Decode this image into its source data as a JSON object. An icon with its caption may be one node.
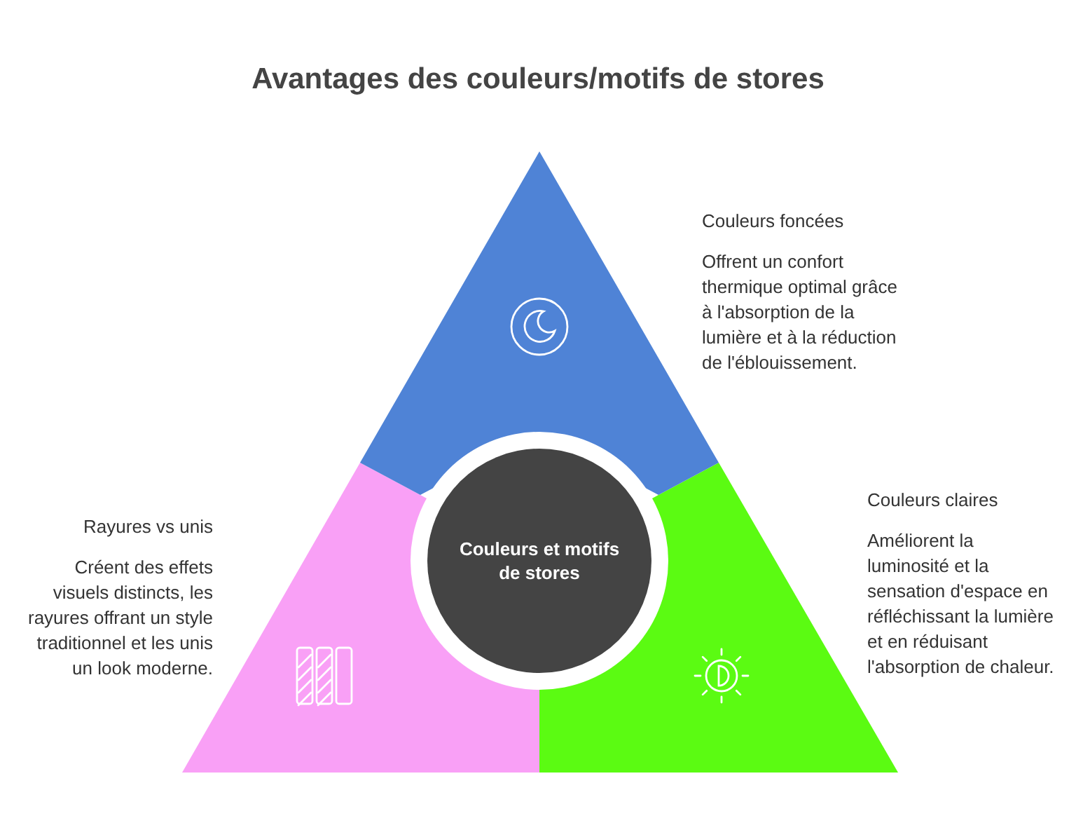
{
  "diagram": {
    "title": "Avantages des couleurs/motifs de stores",
    "nodes": [
      {
        "text": [
          "Couleurs et motifs de stores"
        ]
      },
      {
        "text": [
          "Couleurs foncées",
          "Offrent un confort thermique optimal grâce à l'absorption de la lumière et à la réduction de l'éblouissement."
        ]
      },
      {
        "text": [
          "Couleurs claires",
          "Améliorent la luminosité et la sensation d'espace en réfléchissant la lumière et en réduisant l'absorption de chaleur."
        ]
      },
      {
        "text": [
          "Rayures vs unis",
          "Créent des effets visuels distincts, les rayures offrant un style traditionnel et les unis un look moderne."
        ]
      }
    ],
    "edges": []
  }
}
